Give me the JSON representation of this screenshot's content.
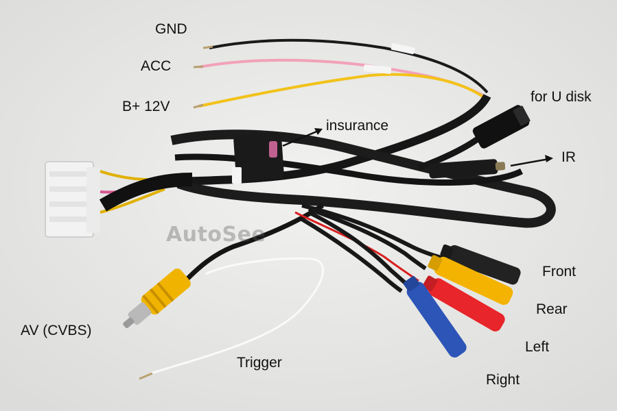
{
  "labels": {
    "gnd": "GND",
    "acc": "ACC",
    "b_plus": "B+ 12V",
    "u_disk": "for U disk",
    "insurance": "insurance",
    "ir": "IR",
    "av": "AV (CVBS)",
    "trigger": "Trigger",
    "front": "Front",
    "rear": "Rear",
    "left": "Left",
    "right": "Right"
  },
  "watermark": "AutoSee",
  "colors": {
    "background": "#e9e9e7",
    "cable": "#161616",
    "wire_gnd": "#1a1a1a",
    "wire_acc": "#f2a1b8",
    "wire_bplus": "#f2c21a",
    "wire_red": "#d81f1f",
    "connector_white": "#f2f2f2",
    "rca_yellow": "#f0b400",
    "plug_black": "#222222",
    "plug_yellow": "#f3b300",
    "plug_red": "#e8252a",
    "plug_blue": "#2d55b8"
  }
}
